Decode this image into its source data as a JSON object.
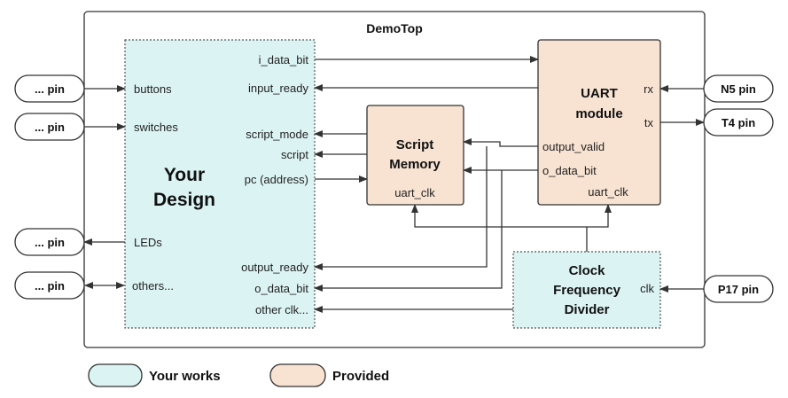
{
  "colors": {
    "your_design_fill": "#dcf3f3",
    "provided_fill": "#f8e3d2",
    "line": "#333333"
  },
  "top": {
    "title": "DemoTop"
  },
  "pins": {
    "left": [
      "... pin",
      "... pin",
      "... pin",
      "... pin"
    ],
    "n5": "N5 pin",
    "t4": "T4 pin",
    "p17": "P17 pin"
  },
  "your_design": {
    "title_line1": "Your",
    "title_line2": "Design",
    "ports_left": [
      "buttons",
      "switches",
      "LEDs",
      "others..."
    ],
    "ports_right": [
      "i_data_bit",
      "input_ready",
      "script_mode",
      "script",
      "pc (address)",
      "output_ready",
      "o_data_bit",
      "other clk..."
    ]
  },
  "script_memory": {
    "title_line1": "Script",
    "title_line2": "Memory",
    "port_clk": "uart_clk"
  },
  "uart": {
    "title_line1": "UART",
    "title_line2": "module",
    "ports": [
      "rx",
      "tx",
      "output_valid",
      "o_data_bit",
      "uart_clk"
    ]
  },
  "clock_divider": {
    "title_line1": "Clock",
    "title_line2": "Frequency",
    "title_line3": "Divider",
    "port_clk": "clk"
  },
  "legend": {
    "your_works": "Your works",
    "provided": "Provided"
  }
}
